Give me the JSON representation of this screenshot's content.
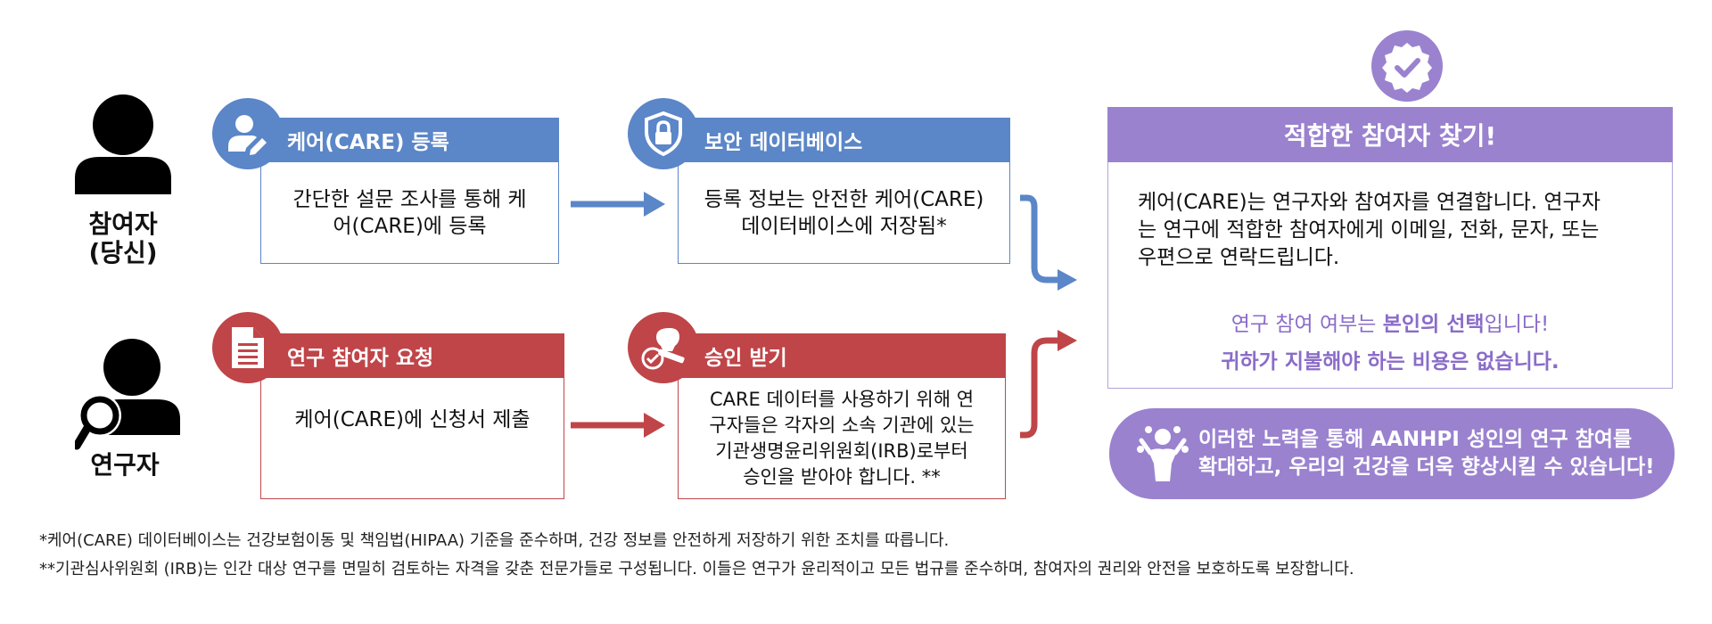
{
  "colors": {
    "blue": "#5b86c8",
    "red": "#bf4548",
    "purple": "#9a82cf",
    "purple_text": "#8a6cc8"
  },
  "participant": {
    "icon": "person-icon",
    "label_line1": "참여자",
    "label_line2": "(당신)"
  },
  "researcher": {
    "icon": "researcher-search-icon",
    "label": "연구자"
  },
  "step1": {
    "icon": "user-edit-icon",
    "title": "케어(CARE) 등록",
    "body_line1": "간단한 설문 조사를 통해 케",
    "body_line2": "어(CARE)에 등록"
  },
  "step2": {
    "icon": "shield-lock-icon",
    "title": "보안 데이터베이스",
    "body_line1": "등록 정보는 안전한 케어(CARE)",
    "body_line2": "데이터베이스에 저장됨*"
  },
  "step3": {
    "icon": "document-icon",
    "title": "연구 참여자 요청",
    "body": "케어(CARE)에 신청서 제출"
  },
  "step4": {
    "icon": "approval-stamp-icon",
    "title": "승인 받기",
    "body_line1": "CARE 데이터를 사용하기 위해 연",
    "body_line2": "구자들은 각자의 소속 기관에 있는",
    "body_line3": "기관생명윤리위원회(IRB)로부터",
    "body_line4": "승인을 받아야 합니다. **"
  },
  "result": {
    "icon": "verified-badge-icon",
    "title": "적합한 참여자 찾기!",
    "body_line1": "케어(CARE)는 연구자와 참여자를 연결합니다. 연구자",
    "body_line2": "는 연구에 적합한 참여자에게 이메일, 전화, 문자, 또는",
    "body_line3": "우편으로 연락드립니다.",
    "choice_pre": "연구 참여 여부는 ",
    "choice_bold": "본인의 선택",
    "choice_post": "입니다!",
    "no_cost": "귀하가 지불해야 하는 비용은 없습니다."
  },
  "banner": {
    "icon": "community-icon",
    "line1": "이러한 노력을 통해 AANHPI 성인의 연구 참여를",
    "line2": "확대하고, 우리의 건강을 더욱 향상시킬 수 있습니다!"
  },
  "footnotes": {
    "note1": "*케어(CARE) 데이터베이스는 건강보험이동 및 책임법(HIPAA) 기준을 준수하며, 건강 정보를 안전하게 저장하기 위한 조치를 따릅니다.",
    "note2": "**기관심사위원회 (IRB)는 인간 대상 연구를 면밀히 검토하는 자격을 갖춘 전문가들로 구성됩니다. 이들은 연구가 윤리적이고 모든 법규를 준수하며, 참여자의 권리와 안전을 보호하도록 보장합니다."
  }
}
